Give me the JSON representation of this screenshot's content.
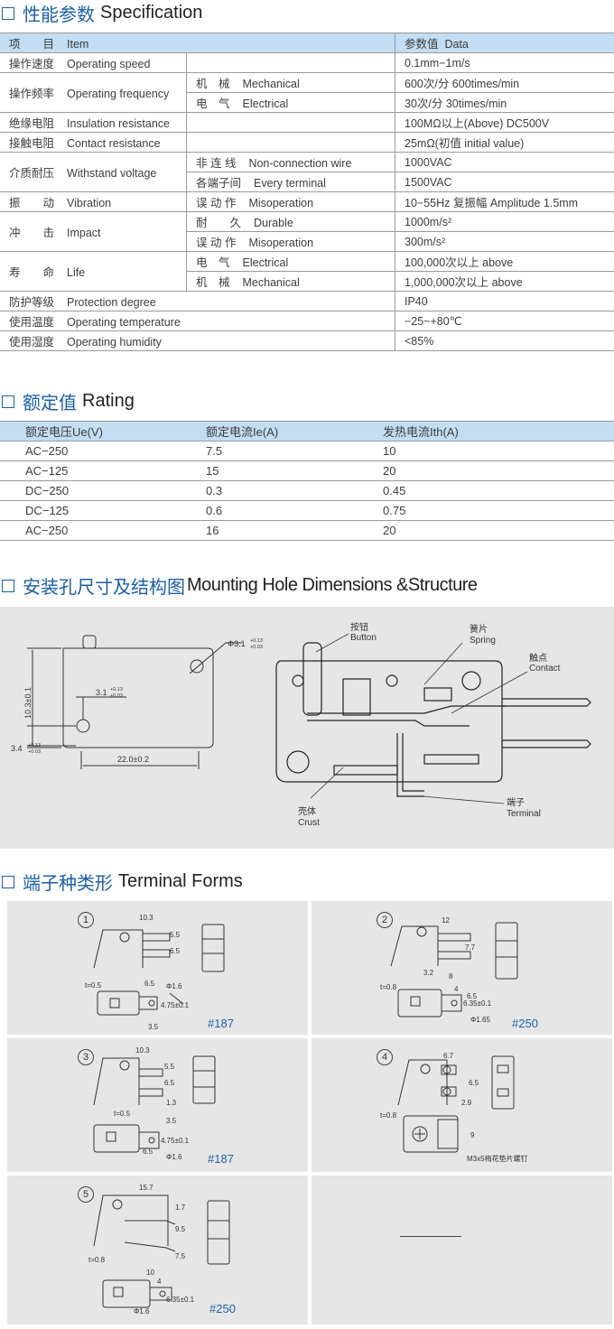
{
  "spec": {
    "title_cn": "性能参数",
    "title_en": "Specification",
    "header": {
      "item_cn": "项　　目",
      "item_en": "Item",
      "data_cn": "参数值",
      "data_en": "Data"
    },
    "rows": [
      {
        "cn": "操作速度",
        "en": "Operating speed",
        "sub_cn": "",
        "sub_en": "",
        "val": "0.1mm−1m/s"
      },
      {
        "cn": "操作频率",
        "en": "Operating frequency",
        "sub_cn": "机　械",
        "sub_en": "Mechanical",
        "val": "600次/分 600times/min"
      },
      {
        "cn": "",
        "en": "",
        "sub_cn": "电　气",
        "sub_en": "Electrical",
        "val": "30次/分 30times/min"
      },
      {
        "cn": "绝缘电阻",
        "en": "Insulation resistance",
        "sub_cn": "",
        "sub_en": "",
        "val": "100MΩ以上(Above) DC500V"
      },
      {
        "cn": "接触电阻",
        "en": "Contact resistance",
        "sub_cn": "",
        "sub_en": "",
        "val": "25mΩ(初值 initial value)"
      },
      {
        "cn": "介质耐压",
        "en": "Withstand voltage",
        "sub_cn": "非 连 线",
        "sub_en": "Non-connection wire",
        "val": "1000VAC"
      },
      {
        "cn": "",
        "en": "",
        "sub_cn": "各端子间",
        "sub_en": "Every terminal",
        "val": "1500VAC"
      },
      {
        "cn": "振　　动",
        "en": "Vibration",
        "sub_cn": "误 动 作",
        "sub_en": "Misoperation",
        "val": "10−55Hz 复振幅 Amplitude 1.5mm"
      },
      {
        "cn": "冲　　击",
        "en": "Impact",
        "sub_cn": "耐　　久",
        "sub_en": "Durable",
        "val": "1000m/s²"
      },
      {
        "cn": "",
        "en": "",
        "sub_cn": "误 动 作",
        "sub_en": "Misoperation",
        "val": "300m/s²"
      },
      {
        "cn": "寿　　命",
        "en": "Life",
        "sub_cn": "电　气",
        "sub_en": "Electrical",
        "val": "100,000次以上 above"
      },
      {
        "cn": "",
        "en": "",
        "sub_cn": "机　械",
        "sub_en": "Mechanical",
        "val": "1,000,000次以上 above"
      },
      {
        "cn": "防护等级",
        "en": "Protection degree",
        "sub_cn": "",
        "sub_en": "",
        "val": "IP40"
      },
      {
        "cn": "使用温度",
        "en": "Operating temperature",
        "sub_cn": "",
        "sub_en": "",
        "val": "−25~+80℃"
      },
      {
        "cn": "使用湿度",
        "en": "Operating humidity",
        "sub_cn": "",
        "sub_en": "",
        "val": "<85%"
      }
    ]
  },
  "rating": {
    "title_cn": "额定值",
    "title_en": "Rating",
    "headers": [
      "额定电压Ue(V)",
      "额定电流Ie(A)",
      "发热电流Ith(A)"
    ],
    "rows": [
      [
        "AC−250",
        "7.5",
        "10"
      ],
      [
        "AC−125",
        "15",
        "20"
      ],
      [
        "DC−250",
        "0.3",
        "0.45"
      ],
      [
        "DC−125",
        "0.6",
        "0.75"
      ],
      [
        "AC−250",
        "16",
        "20"
      ]
    ]
  },
  "mounting": {
    "title_cn": "安装孔尺寸及结构图",
    "title_en": "Mounting Hole Dimensions &Structure",
    "dims": {
      "hole_dia": "Φ3.1",
      "tol_up": "+0.13",
      "tol_dn": "+0.03",
      "height": "10.3±0.1",
      "hole_h": "3.1",
      "hole_v": "3.4",
      "width": "22.0±0.2"
    },
    "labels": {
      "button_cn": "按钮",
      "button_en": "Button",
      "spring_cn": "簧片",
      "spring_en": "Spring",
      "contact_cn": "触点",
      "contact_en": "Contact",
      "crust_cn": "壳体",
      "crust_en": "Crust",
      "terminal_cn": "端子",
      "terminal_en": "Terminal"
    }
  },
  "terminal": {
    "title_cn": "端子种类形",
    "title_en": "Terminal Forms",
    "forms": [
      {
        "num": "1",
        "tag": "#187",
        "dims": [
          "10.3",
          "5.5",
          "6.5",
          "t=0.5",
          "6.5",
          "Φ1.6",
          "4.75±0.1",
          "3.5"
        ]
      },
      {
        "num": "2",
        "tag": "#250",
        "dims": [
          "12",
          "7.7",
          "t=0.8",
          "3.2",
          "8",
          "4",
          "6.5",
          "6.35±0.1",
          "Φ1.65"
        ]
      },
      {
        "num": "3",
        "tag": "#187",
        "dims": [
          "10.3",
          "5.5",
          "6.5",
          "1.3",
          "t=0.5",
          "3.5",
          "4.75±0.1",
          "6.5",
          "Φ1.6"
        ]
      },
      {
        "num": "4",
        "tag": "",
        "dims": [
          "6.7",
          "6.5",
          "2.9",
          "t=0.8",
          "9"
        ],
        "note": "M3x5梅花垫片螺钉"
      },
      {
        "num": "5",
        "tag": "#250",
        "dims": [
          "15.7",
          "1.7",
          "9.5",
          "7.5",
          "t=0.8",
          "10",
          "4",
          "6.35±0.1",
          "Φ1.6"
        ]
      }
    ]
  }
}
